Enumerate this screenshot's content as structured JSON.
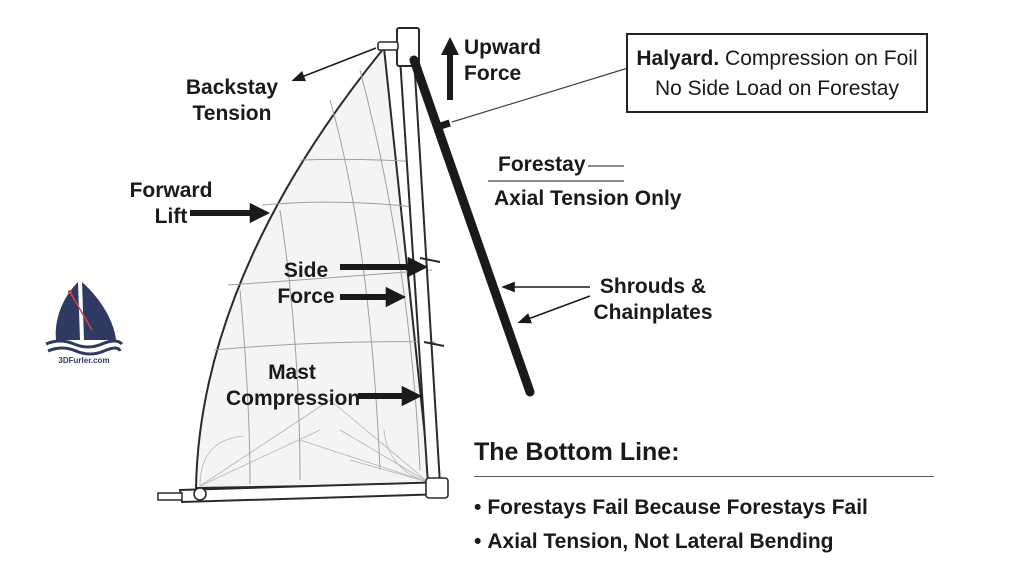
{
  "labels": {
    "upward_force": [
      "Upward",
      "Force"
    ],
    "backstay_tension": [
      "Backstay",
      "Tension"
    ],
    "forward_lift": [
      "Forward",
      "Lift"
    ],
    "side_force": [
      "Side",
      "Force"
    ],
    "mast_compression": [
      "Mast",
      "Compression"
    ],
    "forestay": "Forestay",
    "axial_tension_only": "Axial Tension Only",
    "shrouds_chainplates": [
      "Shrouds &",
      "Chainplates"
    ]
  },
  "callout": {
    "line1_bold": "Halyard.",
    "line1_rest": " Compression on Foil",
    "line2": "No Side Load on Forestay"
  },
  "bottom_line": {
    "heading": "The Bottom Line:",
    "bullets": [
      "Forestays Fail Because Forestays Fail",
      "Axial Tension, Not Lateral Bending"
    ]
  },
  "logo": {
    "text": "3DFurler.com",
    "color": "#2f3a63",
    "icon": "sailboat-logo-icon"
  },
  "colors": {
    "ink": "#1a1a1a",
    "sail_fill": "#f4f4f4",
    "sail_seam": "#9a9a9a"
  }
}
